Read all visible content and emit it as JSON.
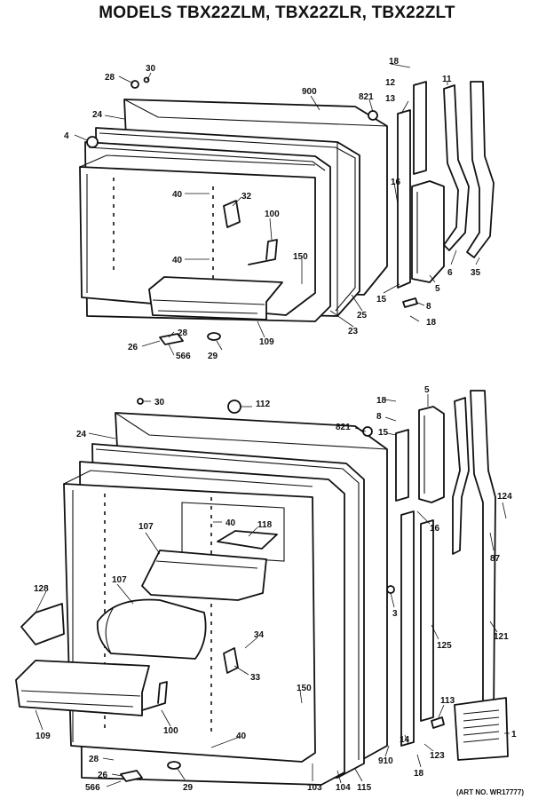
{
  "header": {
    "title": "MODELS TBX22ZLM, TBX22ZLR, TBX22ZLT"
  },
  "footer": {
    "art_no": "(ART NO. WR17777)"
  },
  "freezer_labels": [
    "28",
    "30",
    "900",
    "821",
    "18",
    "12",
    "11",
    "13",
    "24",
    "4",
    "40",
    "32",
    "16",
    "100",
    "40",
    "150",
    "6",
    "35",
    "5",
    "15",
    "8",
    "25",
    "23",
    "18",
    "109",
    "28",
    "26",
    "566",
    "29"
  ],
  "fresh_food_labels": [
    "30",
    "112",
    "18",
    "5",
    "8",
    "15",
    "821",
    "24",
    "16",
    "40",
    "118",
    "107",
    "124",
    "128",
    "107",
    "87",
    "3",
    "34",
    "33",
    "125",
    "121",
    "150",
    "100",
    "109",
    "40",
    "113",
    "1",
    "28",
    "14",
    "123",
    "910",
    "26",
    "566",
    "29",
    "103",
    "104",
    "115",
    "18"
  ]
}
